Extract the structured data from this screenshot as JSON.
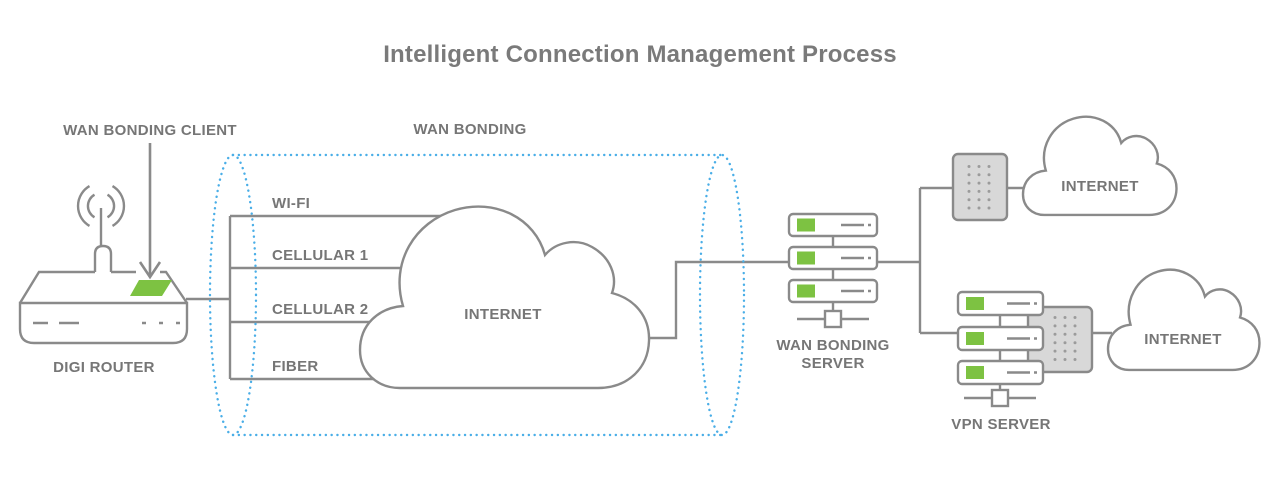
{
  "title": "Intelligent Connection Management Process",
  "colors": {
    "line_gray": "#8a8a8a",
    "label_gray": "#767676",
    "accent_green": "#7dc242",
    "tunnel_blue": "#4aaee7",
    "panel_gray": "#d8d8d8",
    "background": "#ffffff"
  },
  "client": {
    "callout_label": "WAN BONDING CLIENT",
    "router_label": "DIGI ROUTER"
  },
  "tunnel": {
    "label": "WAN BONDING",
    "channels": [
      "WI-FI",
      "CELLULAR 1",
      "CELLULAR 2",
      "FIBER"
    ],
    "cloud_label": "INTERNET"
  },
  "wan_bonding_server": {
    "label_line1": "WAN BONDING",
    "label_line2": "SERVER"
  },
  "vpn_server": {
    "label": "VPN SERVER"
  },
  "internet_top": {
    "label": "INTERNET"
  },
  "internet_bottom": {
    "label": "INTERNET"
  }
}
